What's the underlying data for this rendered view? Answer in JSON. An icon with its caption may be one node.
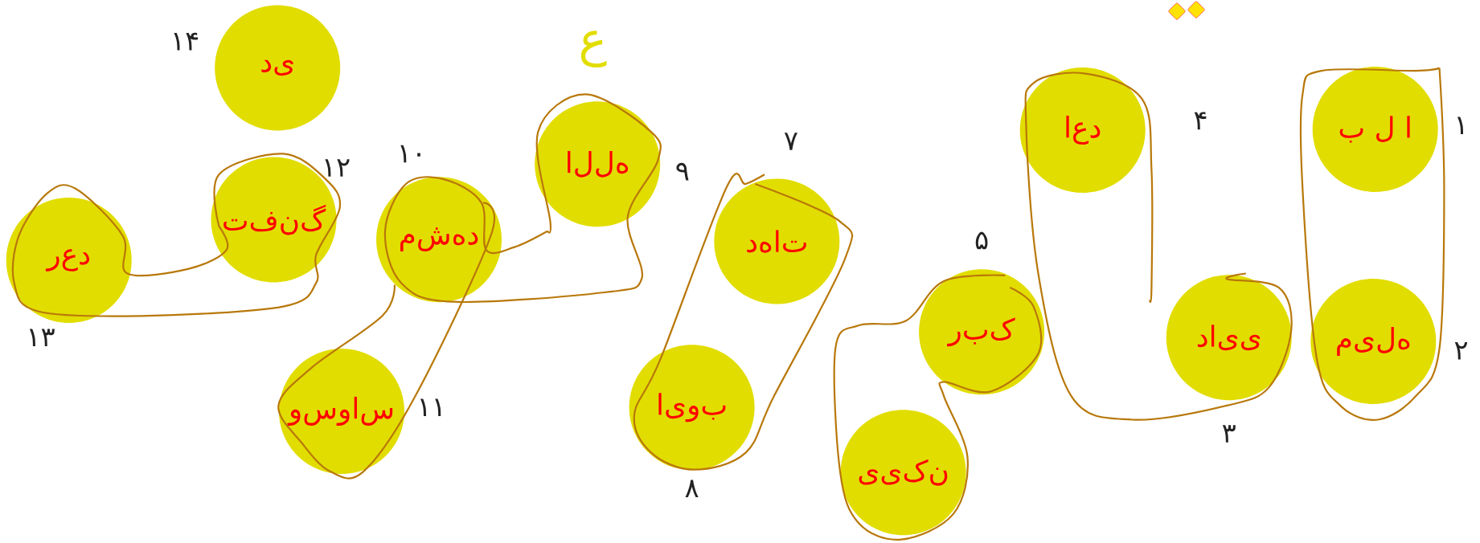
{
  "diagram": {
    "nodes": [
      {
        "text": [
          "ب ل ا"
        ],
        "beside": [
          "۱"
        ]
      },
      {
        "text": [
          "میله"
        ],
        "beside": [
          "۲"
        ]
      },
      {
        "text": [
          "دایی"
        ],
        "beside": [
          "۳"
        ]
      },
      {
        "text": [
          "اعد"
        ],
        "beside": [
          "۴"
        ]
      },
      {
        "text": [
          "ربک"
        ],
        "beside": [
          "۵"
        ]
      },
      {
        "text": [
          "ییکن"
        ]
      },
      {
        "text": [
          "دهات"
        ],
        "beside": [
          "۷"
        ]
      },
      {
        "text": [
          "ایوب"
        ],
        "beside": [
          "۸"
        ]
      },
      {
        "text": [
          "الله"
        ],
        "beside": [
          "۹"
        ]
      },
      {
        "text": [
          "مشهد"
        ],
        "beside": [
          "۱۰"
        ]
      },
      {
        "text": [
          "وسواس"
        ],
        "beside": [
          "۱۱"
        ]
      },
      {
        "text": [
          "تفنگ"
        ],
        "beside": [
          "۱۲"
        ]
      },
      {
        "text": [
          "رعد"
        ],
        "beside": [
          "۱۳"
        ]
      },
      {
        "text": [
          "دی"
        ],
        "beside": [
          "۱۴"
        ]
      }
    ],
    "labels": [
      "ع"
    ]
  }
}
